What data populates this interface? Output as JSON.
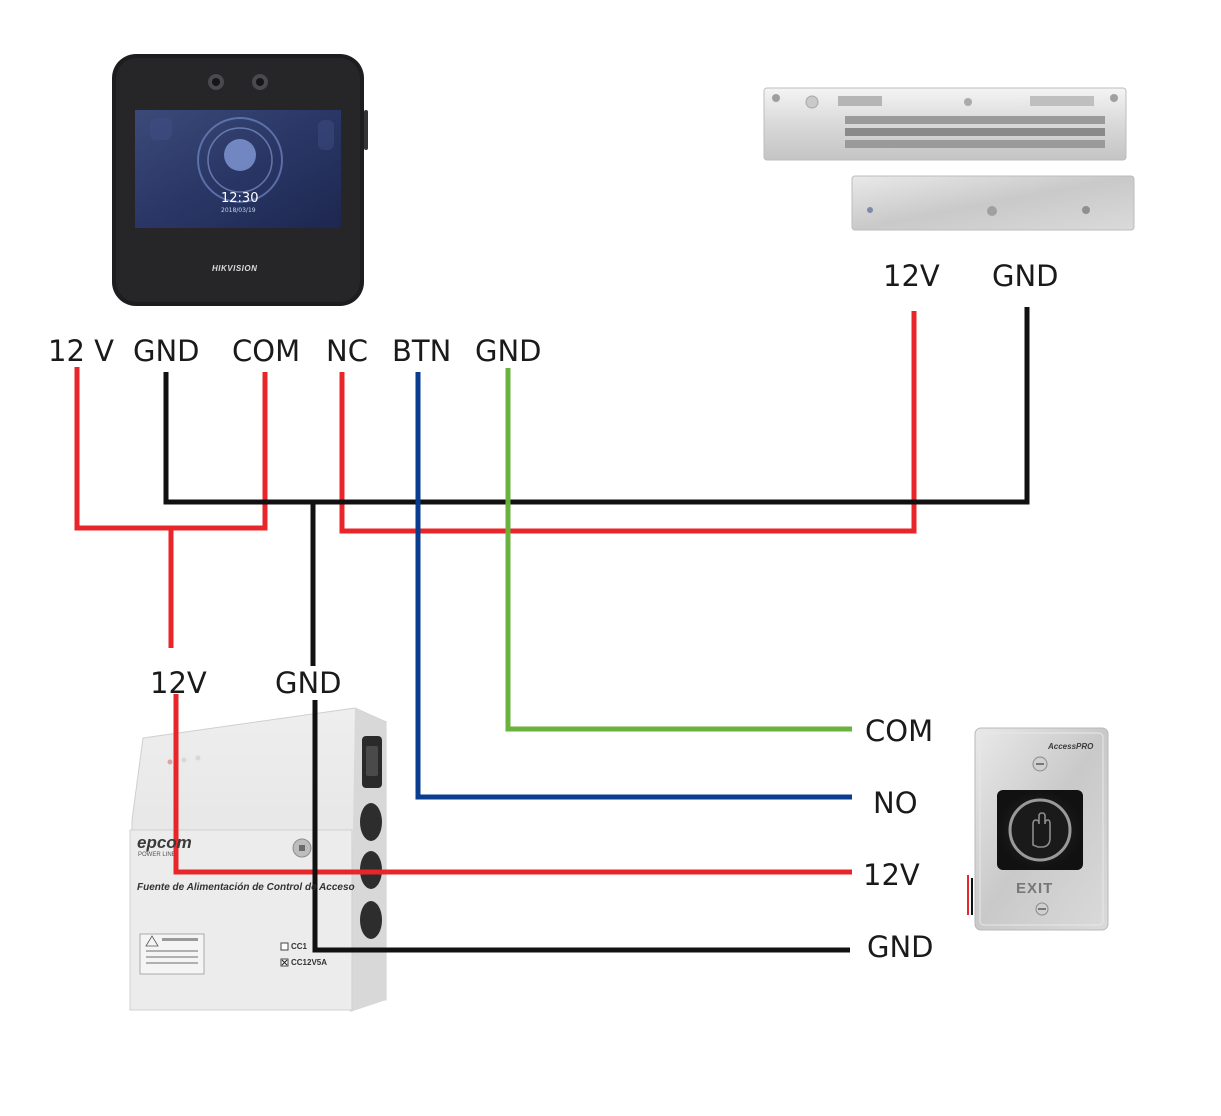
{
  "face_terminal": {
    "brand": "HIKVISION",
    "screen_time": "12:30",
    "screen_date": "2018/03/19",
    "terminals": [
      "12 V",
      "GND",
      "COM",
      "NC",
      "BTN",
      "GND"
    ]
  },
  "maglock": {
    "terminals": [
      "12V",
      "GND"
    ]
  },
  "power_supply": {
    "brand": "epcom",
    "brand_sub": "POWER LINE",
    "panel_title": "Fuente de Alimentación de Control de Acceso",
    "model_1": "CC1",
    "model_2": "CC12V5A",
    "terminals": [
      "12V",
      "GND"
    ]
  },
  "exit_button": {
    "brand": "AccessPRO",
    "label": "EXIT",
    "terminals": [
      "COM",
      "NO",
      "12V",
      "GND"
    ]
  },
  "wire_colors": {
    "positive": "#e8262a",
    "ground": "#111111",
    "button_signal": "#0a3d8f",
    "button_common": "#6ab23e"
  }
}
